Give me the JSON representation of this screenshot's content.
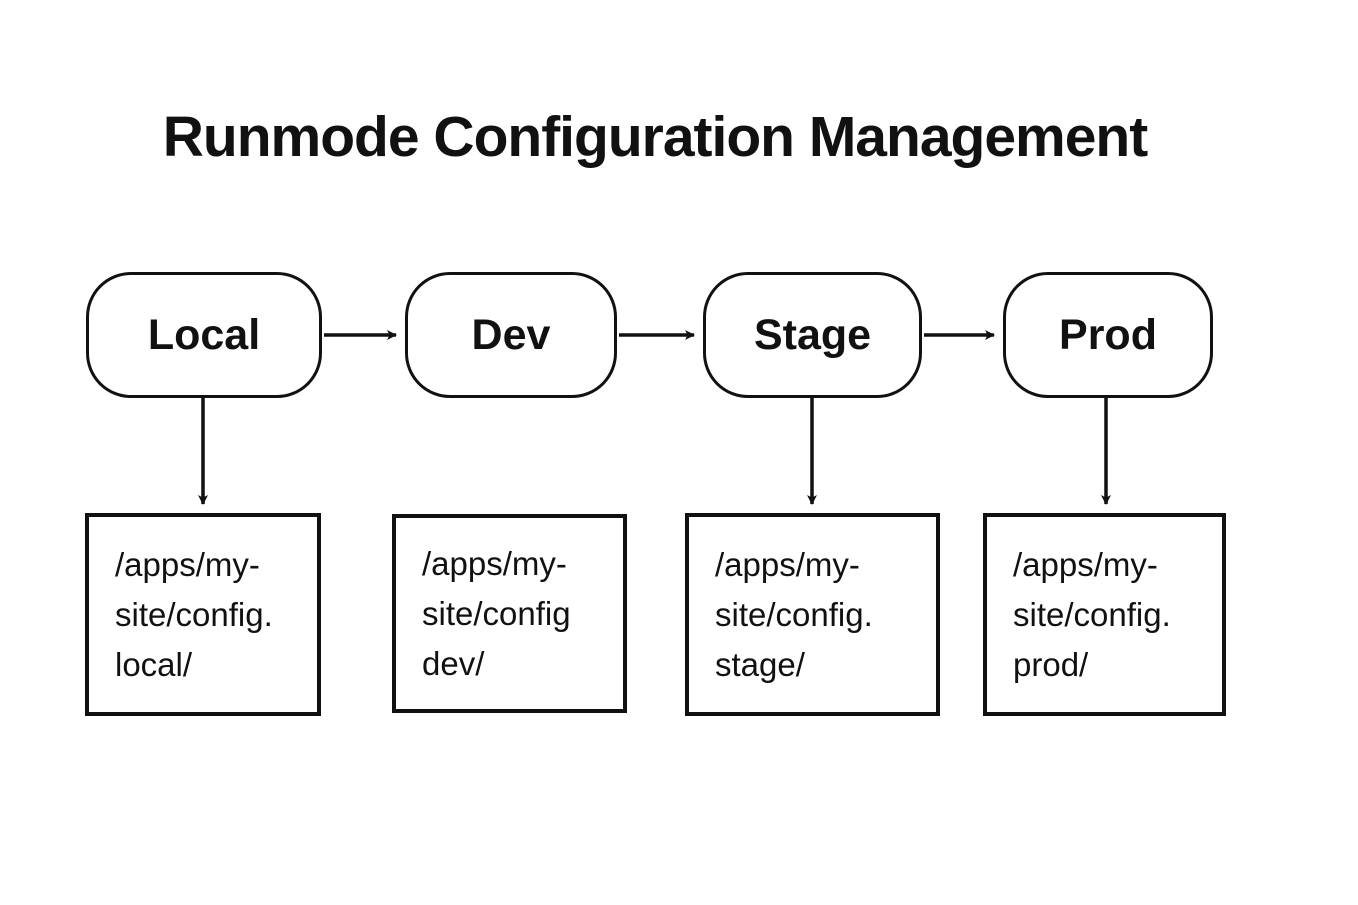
{
  "title": "Runmode Configuration Management",
  "colors": {
    "stroke": "#111111",
    "text": "#111111",
    "background": "#ffffff"
  },
  "nodes": [
    {
      "id": "local",
      "label": "Local"
    },
    {
      "id": "dev",
      "label": "Dev"
    },
    {
      "id": "stage",
      "label": "Stage"
    },
    {
      "id": "prod",
      "label": "Prod"
    }
  ],
  "config_boxes": [
    {
      "node": "local",
      "lines": [
        "/apps/my-",
        "site/config.",
        "local/"
      ]
    },
    {
      "node": "dev",
      "lines": [
        "/apps/my-",
        "site/config",
        "dev/"
      ]
    },
    {
      "node": "stage",
      "lines": [
        "/apps/my-",
        "site/config.",
        "stage/"
      ]
    },
    {
      "node": "prod",
      "lines": [
        "/apps/my-",
        "site/config.",
        "prod/"
      ]
    }
  ],
  "edges": [
    {
      "from": "local",
      "to": "dev",
      "type": "flow"
    },
    {
      "from": "dev",
      "to": "stage",
      "type": "flow"
    },
    {
      "from": "stage",
      "to": "prod",
      "type": "flow"
    },
    {
      "from": "local",
      "to": "config-local",
      "type": "mapping"
    },
    {
      "from": "stage",
      "to": "config-stage",
      "type": "mapping"
    },
    {
      "from": "prod",
      "to": "config-prod",
      "type": "mapping"
    }
  ]
}
